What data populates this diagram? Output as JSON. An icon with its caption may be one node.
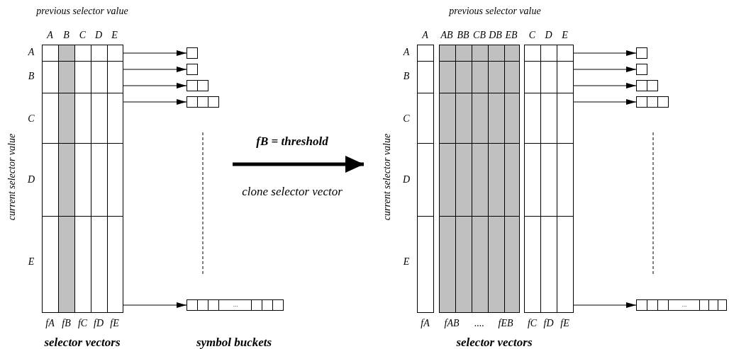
{
  "diagram": {
    "nodes": [
      {
        "text": [],
        "shape": "box"
      },
      {
        "text": [],
        "shape": "box"
      },
      {
        "text": [],
        "shape": "box"
      },
      {
        "text": [],
        "shape": "box"
      },
      {
        "text": [],
        "shape": "box"
      },
      {
        "text": [
          "..."
        ]
      },
      {
        "text": [],
        "shape": "box"
      },
      {
        "text": [],
        "shape": "box"
      },
      {
        "text": [],
        "shape": "box"
      },
      {
        "text": [],
        "shape": "box"
      },
      {
        "text": [],
        "shape": "box"
      },
      {
        "text": [],
        "shape": "box"
      },
      {
        "text": [],
        "shape": "box"
      },
      {
        "text": [
          "..."
        ]
      }
    ],
    "edges": [
      {
        "from": 0,
        "to": 1,
        "arrow": "to"
      },
      {
        "from": 0,
        "to": 2,
        "arrow": "to"
      },
      {
        "from": 0,
        "to": 3,
        "arrow": "to"
      },
      {
        "from": 0,
        "to": 4,
        "arrow": "to"
      },
      {
        "from": 0,
        "to": 5,
        "arrow": "to"
      },
      {
        "from": 8,
        "to": 9,
        "arrow": "to"
      },
      {
        "from": 8,
        "to": 10,
        "arrow": "to"
      },
      {
        "from": 8,
        "to": 11,
        "arrow": "to"
      },
      {
        "from": 8,
        "to": 12,
        "arrow": "to"
      },
      {
        "from": 8,
        "to": 13,
        "arrow": "to"
      }
    ],
    "labels": [
      "previous selector value",
      "previous selector value",
      "A",
      "B",
      "C",
      "D",
      "E",
      "A",
      "AB",
      "BB",
      "CB",
      "DB",
      "EB",
      "C",
      "D",
      "E",
      "A",
      "B",
      "C",
      "D",
      "E",
      "A",
      "B",
      "C",
      "D",
      "E",
      "current selector value",
      "current selector value",
      "fB = threshold",
      "clone selector vector",
      "fA",
      "fB",
      "fC",
      "fD",
      "fE",
      "fA",
      "fAB",
      "....",
      "fEB",
      "fC",
      "fD",
      "fE",
      "selector vectors",
      "symbol buckets",
      "selector vectors"
    ]
  }
}
